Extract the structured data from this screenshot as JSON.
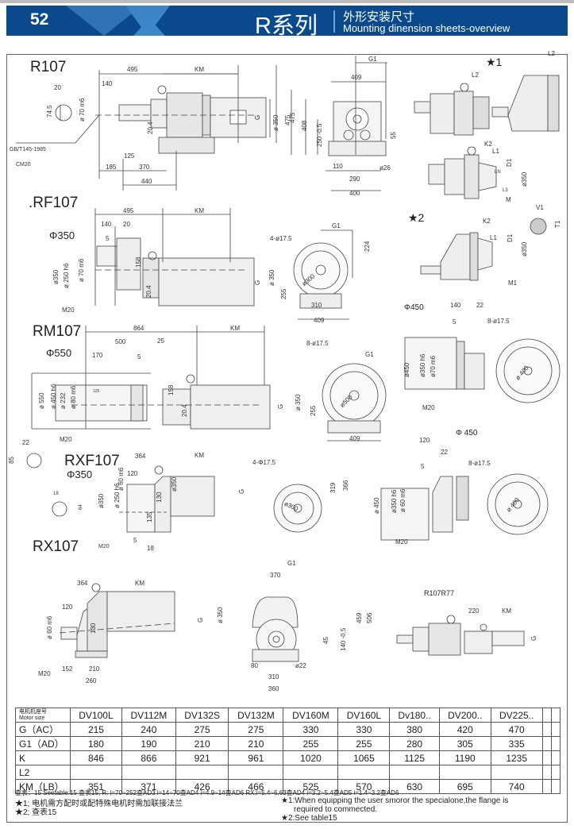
{
  "header": {
    "page_number": "52",
    "series": "R系列",
    "title_cn": "外形安装尺寸",
    "title_en": "Mounting dinension sheets-overview",
    "brand_color": "#0a4a8c"
  },
  "drawings": {
    "r107": {
      "model": "R107",
      "dims": [
        "495",
        "KM",
        "140",
        "20",
        "74.5",
        "ø 70 m6",
        "20.4",
        "G",
        "ø 350",
        "475",
        "125",
        "185",
        "370",
        "440"
      ],
      "standard": "GB/T145-1985",
      "thread": "CM20"
    },
    "r107_end": {
      "dims": [
        "G1",
        "409",
        "408",
        "250 -0.5",
        "55",
        "110",
        "290",
        "400",
        "ø26"
      ]
    },
    "star1": {
      "label": "★1",
      "dims": [
        "L2",
        "L2",
        "K2",
        "L1",
        "D1",
        "L3",
        "ø350",
        "M",
        "LN"
      ]
    },
    "star2": {
      "label": "★2",
      "dims": [
        "K2",
        "L1",
        "D1",
        "ø350",
        "M1",
        "V1",
        "T1"
      ]
    },
    "rf107": {
      "model": ".RF107",
      "flange": "Φ350",
      "dims": [
        "495",
        "KM",
        "140",
        "20",
        "5",
        "ø350",
        "ø 250 h6",
        "ø 70 m6",
        "158",
        "20.4",
        "G",
        "ø 350"
      ],
      "thread": "M20"
    },
    "rf107_end": {
      "dims": [
        "4-ø17.5",
        "G1",
        "224",
        "ø300",
        "255",
        "310",
        "409"
      ]
    },
    "rm107": {
      "model": "RM107",
      "flange": "Φ550",
      "dims": [
        "864",
        "KM",
        "500",
        "25",
        "170",
        "5",
        "125",
        "ø 550",
        "ø 450 h6",
        "ø 232",
        "ø 80 m6",
        "158",
        "20.4",
        "G",
        "ø 350"
      ],
      "thread": "M20"
    },
    "rm107_end": {
      "dims": [
        "8-ø17.5",
        "G1",
        "ø500",
        "255",
        "409"
      ]
    },
    "flange450_a": {
      "flange": "Φ450",
      "dims": [
        "140",
        "22",
        "5",
        "8-ø17.5",
        "ø450",
        "ø350 h6",
        "ø70 m6",
        "ø 400"
      ],
      "thread": "M20"
    },
    "key_detail_a": {
      "dims": [
        "22",
        "85"
      ]
    },
    "rxf107": {
      "model": "RXF107",
      "flange": "Φ350",
      "dims": [
        "364",
        "KM",
        "120",
        "ø350",
        "ø 250 h6",
        "ø 60 m6",
        "ø350",
        "130",
        "135",
        "5",
        "18",
        "G",
        "18",
        "64"
      ],
      "thread": "M20"
    },
    "rxf107_end": {
      "dims": [
        "4-Φ17.5",
        "ø300",
        "319",
        "366"
      ]
    },
    "flange450_b": {
      "flange": "Φ 450",
      "dims": [
        "120",
        "22",
        "5",
        "8-ø17.5",
        "ø 450",
        "ø350 h6",
        "ø 60 m6",
        "ø 400"
      ],
      "thread": "M20"
    },
    "rx107": {
      "model": "RX107",
      "dims": [
        "364",
        "KM",
        "120",
        "ø 60 m6",
        "130",
        "G",
        "ø 350",
        "152",
        "210",
        "260"
      ],
      "thread": "M20"
    },
    "rx107_end": {
      "dims": [
        "G1",
        "370",
        "459",
        "506",
        "45",
        "140 -0.5",
        "80",
        "ø22",
        "310",
        "360"
      ]
    },
    "r107r77": {
      "label": "R107R77",
      "dims": [
        "220",
        "KM",
        "G"
      ]
    }
  },
  "table": {
    "header_cn": "电机机座号",
    "header_en": "Motor size",
    "columns": [
      "DV100L",
      "DV112M",
      "DV132S",
      "DV132M",
      "DV160M",
      "DV160L",
      "Dv180..",
      "DV200..",
      "DV225..",
      "",
      ""
    ],
    "rows": [
      {
        "label": "G（AC）",
        "values": [
          "215",
          "240",
          "275",
          "275",
          "330",
          "330",
          "380",
          "420",
          "470",
          "",
          ""
        ]
      },
      {
        "label": "G1（AD）",
        "values": [
          "180",
          "190",
          "210",
          "210",
          "255",
          "255",
          "280",
          "305",
          "335",
          "",
          ""
        ]
      },
      {
        "label": "K",
        "values": [
          "846",
          "866",
          "921",
          "961",
          "1020",
          "1065",
          "1125",
          "1190",
          "1235",
          "",
          ""
        ]
      },
      {
        "label": "L2",
        "values": [
          "",
          "",
          "",
          "",
          "",
          "",
          "",
          "",
          "",
          "",
          ""
        ]
      },
      {
        "label": "KM（LB）",
        "values": [
          "351",
          "371",
          "426",
          "466",
          "525",
          "570",
          "630",
          "695",
          "740",
          "",
          ""
        ]
      }
    ]
  },
  "notes": {
    "line1": "查表：15  Seetable:15 查表15;  R: i=70~252查AD3   i=14~70查AD4  i=4.9~14查AD6  RX:i=5.4~6.63查AD4  i=3.2~5.4查AD5  i=1.4~3.2查AD6",
    "star1_cn": "★1;  电机需方配时或配特殊电机时需加联接法兰",
    "star2_cn": "★2;  查表15",
    "star1_en_a": "★1:When equipping the user smoror the specialone,the flange is",
    "star1_en_b": "required to commected.",
    "star2_en": "★2:See table15"
  }
}
